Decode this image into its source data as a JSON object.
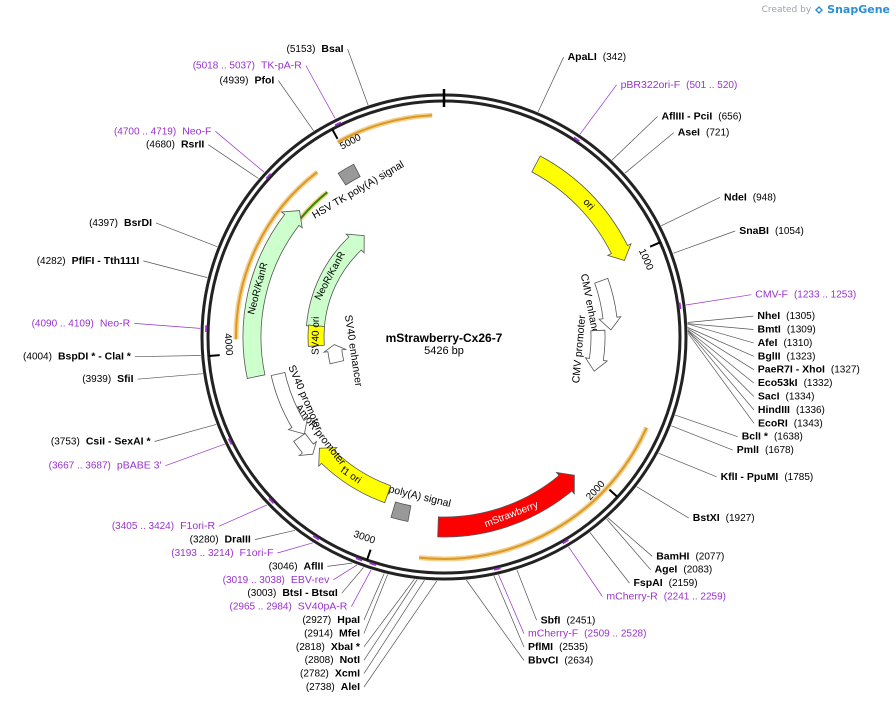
{
  "credit": {
    "prefix": "Created by",
    "brand": "SnapGene"
  },
  "plasmid": {
    "name": "mStrawberry-Cx26-7",
    "size_label": "5426 bp",
    "length": 5426
  },
  "ticks": [
    {
      "label": "1000",
      "bp": 1000
    },
    {
      "label": "2000",
      "bp": 2000
    },
    {
      "label": "3000",
      "bp": 3000
    },
    {
      "label": "4000",
      "bp": 4000
    },
    {
      "label": "5000",
      "bp": 5000
    }
  ],
  "sites": [
    {
      "name": "ApaLI",
      "pos": "(342)",
      "bp": 342,
      "side": "R"
    },
    {
      "name": "AflIII - PciI",
      "pos": "(656)",
      "bp": 656,
      "side": "R"
    },
    {
      "name": "AseI",
      "pos": "(721)",
      "bp": 721,
      "side": "R"
    },
    {
      "name": "NdeI",
      "pos": "(948)",
      "bp": 948,
      "side": "R"
    },
    {
      "name": "SnaBI",
      "pos": "(1054)",
      "bp": 1054,
      "side": "R"
    },
    {
      "name": "NheI",
      "pos": "(1305)",
      "bp": 1305,
      "side": "R"
    },
    {
      "name": "BmtI",
      "pos": "(1309)",
      "bp": 1309,
      "side": "R"
    },
    {
      "name": "AfeI",
      "pos": "(1310)",
      "bp": 1310,
      "side": "R"
    },
    {
      "name": "BglII",
      "pos": "(1323)",
      "bp": 1323,
      "side": "R"
    },
    {
      "name": "PaeR7I - XhoI",
      "pos": "(1327)",
      "bp": 1327,
      "side": "R"
    },
    {
      "name": "Eco53kI",
      "pos": "(1332)",
      "bp": 1332,
      "side": "R"
    },
    {
      "name": "SacI",
      "pos": "(1334)",
      "bp": 1334,
      "side": "R"
    },
    {
      "name": "HindIII",
      "pos": "(1336)",
      "bp": 1336,
      "side": "R"
    },
    {
      "name": "EcoRI",
      "pos": "(1343)",
      "bp": 1343,
      "side": "R"
    },
    {
      "name": "BclI *",
      "pos": "(1638)",
      "bp": 1638,
      "side": "R"
    },
    {
      "name": "PmlI",
      "pos": "(1678)",
      "bp": 1678,
      "side": "R"
    },
    {
      "name": "KflI - PpuMI",
      "pos": "(1785)",
      "bp": 1785,
      "side": "R"
    },
    {
      "name": "BstXI",
      "pos": "(1927)",
      "bp": 1927,
      "side": "R"
    },
    {
      "name": "BamHI",
      "pos": "(2077)",
      "bp": 2077,
      "side": "R"
    },
    {
      "name": "AgeI",
      "pos": "(2083)",
      "bp": 2083,
      "side": "R"
    },
    {
      "name": "FspAI",
      "pos": "(2159)",
      "bp": 2159,
      "side": "R"
    },
    {
      "name": "SbfI",
      "pos": "(2451)",
      "bp": 2451,
      "side": "R"
    },
    {
      "name": "PflMI",
      "pos": "(2535)",
      "bp": 2535,
      "side": "R"
    },
    {
      "name": "BbvCI",
      "pos": "(2634)",
      "bp": 2634,
      "side": "R"
    },
    {
      "name": "AleI",
      "pos": "(2738)",
      "bp": 2738,
      "side": "L"
    },
    {
      "name": "XcmI",
      "pos": "(2782)",
      "bp": 2782,
      "side": "L"
    },
    {
      "name": "NotI",
      "pos": "(2808)",
      "bp": 2808,
      "side": "L"
    },
    {
      "name": "XbaI *",
      "pos": "(2818)",
      "bp": 2818,
      "side": "L"
    },
    {
      "name": "MfeI",
      "pos": "(2914)",
      "bp": 2914,
      "side": "L"
    },
    {
      "name": "HpaI",
      "pos": "(2927)",
      "bp": 2927,
      "side": "L"
    },
    {
      "name": "BtsI - BtsαI",
      "pos": "(3003)",
      "bp": 3003,
      "side": "L"
    },
    {
      "name": "AflII",
      "pos": "(3046)",
      "bp": 3046,
      "side": "L"
    },
    {
      "name": "DraIII",
      "pos": "(3280)",
      "bp": 3280,
      "side": "L"
    },
    {
      "name": "CsiI - SexAI *",
      "pos": "(3753)",
      "bp": 3753,
      "side": "L"
    },
    {
      "name": "SfiI",
      "pos": "(3939)",
      "bp": 3939,
      "side": "L"
    },
    {
      "name": "BspDI * - ClaI *",
      "pos": "(4004)",
      "bp": 4004,
      "side": "L"
    },
    {
      "name": "PflFI - Tth111I",
      "pos": "(4282)",
      "bp": 4282,
      "side": "L"
    },
    {
      "name": "BsrDI",
      "pos": "(4397)",
      "bp": 4397,
      "side": "L"
    },
    {
      "name": "RsrII",
      "pos": "(4680)",
      "bp": 4680,
      "side": "L"
    },
    {
      "name": "PfoI",
      "pos": "(4939)",
      "bp": 4939,
      "side": "L"
    },
    {
      "name": "BsaI",
      "pos": "(5153)",
      "bp": 5153,
      "side": "L"
    }
  ],
  "primers": [
    {
      "name": "pBR322ori-F",
      "pos": "(501 .. 520)",
      "bp": 510,
      "side": "R"
    },
    {
      "name": "CMV-F",
      "pos": "(1233 .. 1253)",
      "bp": 1243,
      "side": "R"
    },
    {
      "name": "mCherry-R",
      "pos": "(2241 .. 2259)",
      "bp": 2250,
      "side": "R"
    },
    {
      "name": "mCherry-F",
      "pos": "(2509 .. 2528)",
      "bp": 2518,
      "side": "R"
    },
    {
      "name": "SV40pA-R",
      "pos": "(2965 .. 2984)",
      "bp": 2975,
      "side": "L"
    },
    {
      "name": "EBV-rev",
      "pos": "(3019 .. 3038)",
      "bp": 3028,
      "side": "L"
    },
    {
      "name": "F1ori-F",
      "pos": "(3193 .. 3214)",
      "bp": 3203,
      "side": "L"
    },
    {
      "name": "F1ori-R",
      "pos": "(3405 .. 3424)",
      "bp": 3414,
      "side": "L"
    },
    {
      "name": "pBABE 3'",
      "pos": "(3667 .. 3687)",
      "bp": 3677,
      "side": "L"
    },
    {
      "name": "Neo-R",
      "pos": "(4090 .. 4109)",
      "bp": 4100,
      "side": "L"
    },
    {
      "name": "Neo-F",
      "pos": "(4700 .. 4719)",
      "bp": 4710,
      "side": "L"
    },
    {
      "name": "TK-pA-R",
      "pos": "(5018 .. 5037)",
      "bp": 5027,
      "side": "L"
    }
  ],
  "features": [
    {
      "name": "ori",
      "color": "#ffff00",
      "shape": "arrow",
      "dir": "cw",
      "start": 422,
      "end": 1010
    },
    {
      "name": "CMV enhancer",
      "color": "#ffffff",
      "shape": "arrow",
      "dir": "cw",
      "start": 1060,
      "end": 1320
    },
    {
      "name": "CMV promoter",
      "color": "#ffffff",
      "shape": "arrow",
      "dir": "cw",
      "start": 1320,
      "end": 1550
    },
    {
      "name": "mStrawberry",
      "color": "#ff0000",
      "shape": "arrow",
      "dir": "ccw",
      "start": 2060,
      "end": 2740
    },
    {
      "name": "SV40 poly(A) signal",
      "color": "#999999",
      "shape": "box",
      "dir": "none",
      "start": 2880,
      "end": 2960
    },
    {
      "name": "f1 ori",
      "color": "#ffff00",
      "shape": "arrow",
      "dir": "cw",
      "start": 3010,
      "end": 3440
    },
    {
      "name": "AmpR promoter",
      "color": "#ffffff",
      "shape": "arrow",
      "dir": "ccw",
      "start": 3440,
      "end": 3545
    },
    {
      "name": "SV40 promoter",
      "color": "#ffffff",
      "shape": "arrow",
      "dir": "ccw",
      "start": 3545,
      "end": 3880
    },
    {
      "name": "NeoR/KanR",
      "color": "#ccffcc",
      "shape": "arrow",
      "dir": "cw",
      "start": 3890,
      "end": 4690
    },
    {
      "name": "HSV TK poly(A) signal",
      "color": "#999999",
      "shape": "box",
      "dir": "none",
      "start": 4930,
      "end": 5010
    },
    {
      "name": "NeoR/KanR",
      "color": "#ccffcc",
      "shape": "arrow",
      "dir": "cw",
      "start": 4140,
      "end": 4850
    },
    {
      "name": "SV40 ori",
      "color": "#ffff00",
      "shape": "box",
      "dir": "none",
      "start": 4010,
      "end": 4145
    },
    {
      "name": "SV40 enhancer",
      "color": "#ffffff",
      "shape": "arrow",
      "dir": "cw",
      "start": 3870,
      "end": 4010
    }
  ],
  "orfs": [
    {
      "color": "#d99a28",
      "start": 4995,
      "end": 5380
    },
    {
      "color": "#d99a28",
      "start": 1720,
      "end": 2810
    },
    {
      "color": "#d99a28",
      "start": 4060,
      "end": 4860
    },
    {
      "color": "#2e8b00",
      "start": 4150,
      "end": 4840
    }
  ]
}
